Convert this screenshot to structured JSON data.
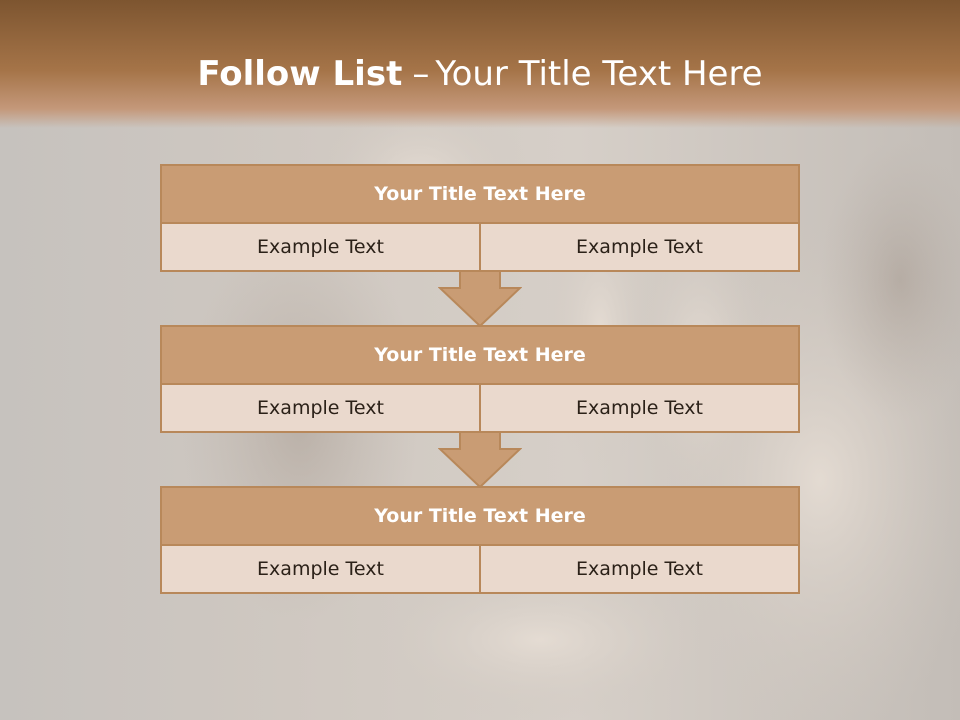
{
  "slide": {
    "title_bold": "Follow List",
    "title_sep": "–",
    "title_rest": "Your Title Text Here"
  },
  "blocks": [
    {
      "title": "Your Title Text Here",
      "cells": [
        "Example Text",
        "Example Text"
      ]
    },
    {
      "title": "Your Title Text Here",
      "cells": [
        "Example Text",
        "Example Text"
      ]
    },
    {
      "title": "Your Title Text Here",
      "cells": [
        "Example Text",
        "Example Text"
      ]
    }
  ],
  "colors": {
    "header_band": "#8b5f38",
    "block_title_fill": "#c99c74",
    "cell_fill": "#ead9cd",
    "border": "#b8885a"
  }
}
